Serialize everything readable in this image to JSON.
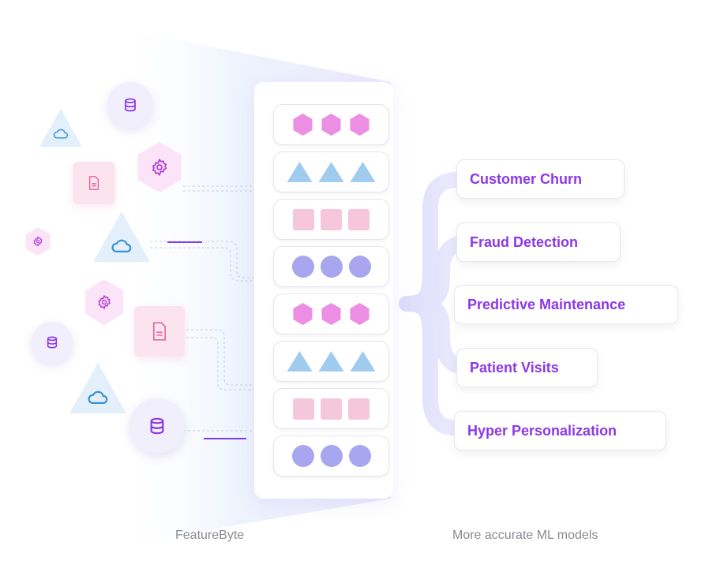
{
  "captions": {
    "left": "FeatureByte",
    "right": "More accurate ML models"
  },
  "use_cases": [
    {
      "label": "Customer Churn"
    },
    {
      "label": "Fraud Detection"
    },
    {
      "label": "Predictive Maintenance"
    },
    {
      "label": "Patient Visits"
    },
    {
      "label": "Hyper Personalization"
    }
  ],
  "feature_rows": [
    "hexagon",
    "triangle",
    "square",
    "circle",
    "hexagon",
    "triangle",
    "square",
    "circle"
  ],
  "source_icons": [
    "database-icon",
    "cloud-icon",
    "gear-icon",
    "document-icon",
    "gear-icon",
    "cloud-icon",
    "gear-icon",
    "document-icon",
    "database-icon",
    "cloud-icon",
    "database-icon"
  ],
  "colors": {
    "accent_text": "#8d37e6",
    "hexagon": "#ec8ee4",
    "triangle": "#9fcbef",
    "square": "#f6c7da",
    "circle": "#a7a6ef"
  }
}
